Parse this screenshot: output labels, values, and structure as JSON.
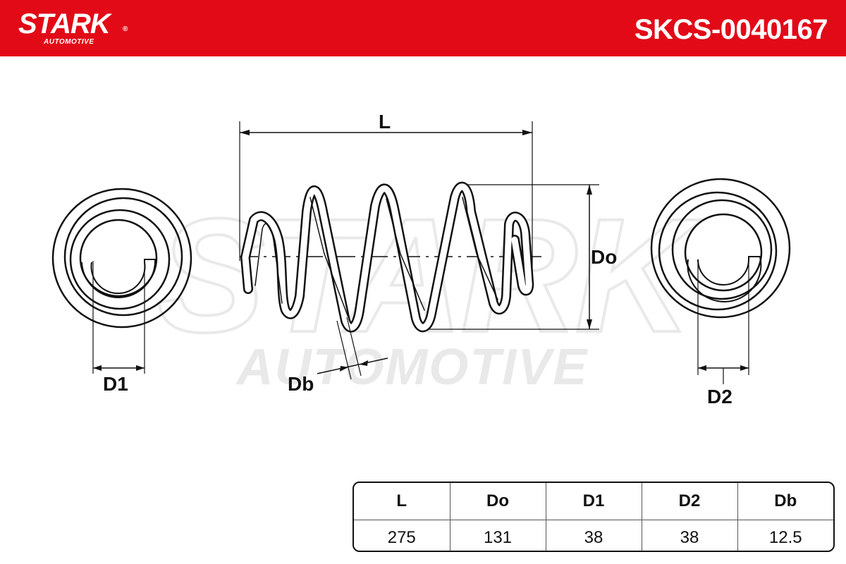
{
  "header": {
    "brand_name": "STARK",
    "brand_registered": "®",
    "brand_subtitle": "AUTOMOTIVE",
    "part_number": "SKCS-0040167",
    "color": "#e20a17"
  },
  "watermark": {
    "line1": "STARK",
    "line2": "AUTOMOTIVE"
  },
  "diagram": {
    "labels": {
      "length": "L",
      "outer_diameter": "Do",
      "inner_diameter_1": "D1",
      "inner_diameter_2": "D2",
      "wire_diameter": "Db"
    }
  },
  "specs": {
    "headers": [
      "L",
      "Do",
      "D1",
      "D2",
      "Db"
    ],
    "values": [
      "275",
      "131",
      "38",
      "38",
      "12.5"
    ]
  }
}
